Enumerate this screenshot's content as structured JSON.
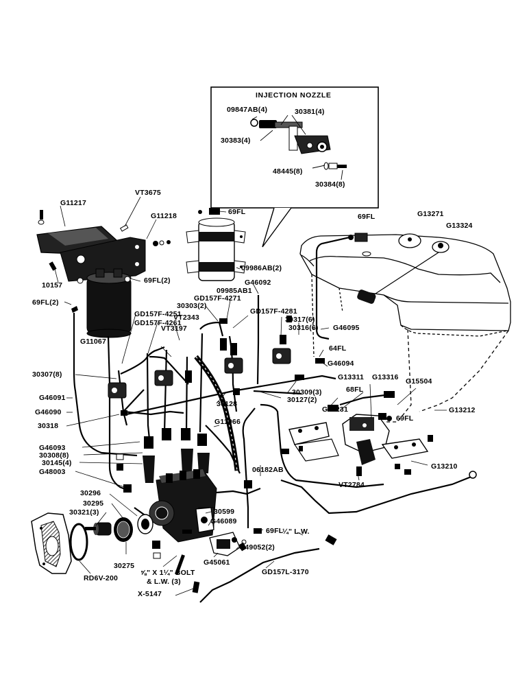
{
  "inset": {
    "title": "INJECTION NOZZLE"
  },
  "labels": {
    "09847ab4": "09847AB(4)",
    "30381_4": "30381(4)",
    "30383_4": "30383(4)",
    "48445_8": "48445(8)",
    "30384_8": "30384(8)",
    "g11217": "G11217",
    "vt3675": "VT3675",
    "g11218": "G11218",
    "69fl_top": "69FL",
    "10157": "10157",
    "69fl2_a": "69FL(2)",
    "69fl2_b": "69FL(2)",
    "09986ab2": "09986AB(2)",
    "09985ab1": "09985AB1",
    "g46092": "G46092",
    "gd157f4271": "GD157F-4271",
    "30303_2": "30303(2)",
    "gd157f4281": "GD157F-4281",
    "30317_6": "30317(6)",
    "30316_6": "30316(6)",
    "g46095": "G46095",
    "gd157f4251": "GD157F-4251",
    "vt2343": "VT2343",
    "gd157f4261": "GD157F-4261",
    "vt3197": "VT3197",
    "g11067": "G11067",
    "64fl": "64FL",
    "g46094": "G46094",
    "30307_8": "30307(8)",
    "g46091": "G46091",
    "g46090": "G46090",
    "30318": "30318",
    "30128": "30128",
    "30309_3": "30309(3)",
    "30127_2": "30127(2)",
    "g13311": "G13311",
    "g13316": "G13316",
    "g15504": "G15504",
    "68fl": "68FL",
    "g11231": "G11231",
    "69fl_right": "69FL",
    "g13212": "G13212",
    "69fl_tank": "69FL",
    "g13271": "G13271",
    "g13324": "G13324",
    "g11066": "G11066",
    "g46093": "G46093",
    "30308_8": "30308(8)",
    "30145_4": "30145(4)",
    "g48003": "G48003",
    "06182ab": "06182AB",
    "vt2784": "VT2784",
    "g13210": "G13210",
    "30296": "30296",
    "30295": "30295",
    "30321_3": "30321(3)",
    "30275": "30275",
    "rd6v200": "RD6V-200",
    "30599": "30599",
    "g46089": "G46089",
    "69fl_bottom": "69FL",
    "lw": "¼\" L.W.",
    "g49052_2": "G49052(2)",
    "g45061": "G45061",
    "gd157l3170": "GD157L-3170",
    "bolt1": "⅝\" X 1¼\" BOLT",
    "bolt2": "& L.W. (3)",
    "x5147": "X-5147"
  },
  "colors": {
    "ink": "#000000",
    "paper": "#ffffff",
    "shade": "#1a1a1a"
  }
}
